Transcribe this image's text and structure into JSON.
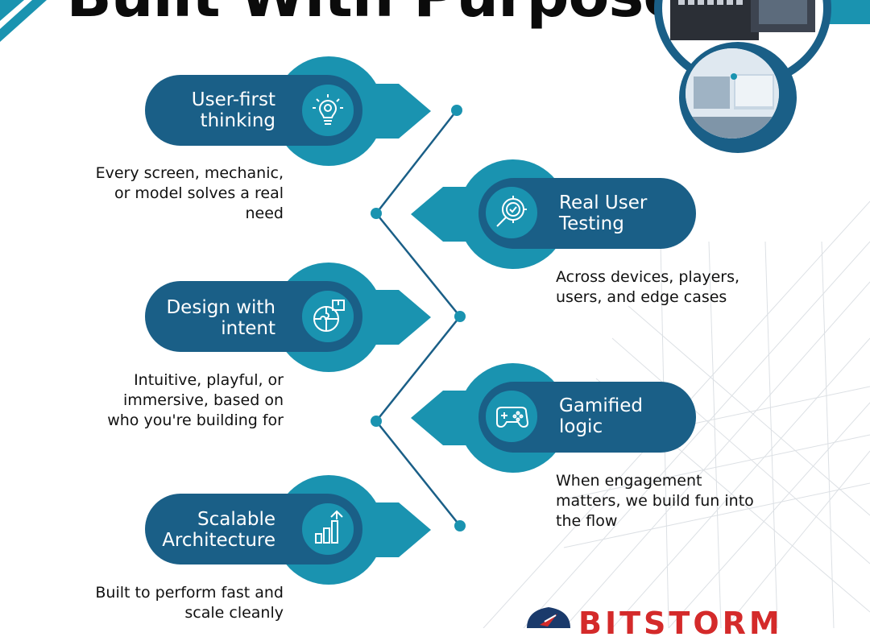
{
  "header": {
    "title": "Built With Purpose"
  },
  "items": [
    {
      "label_line1": "User-first",
      "label_line2": "thinking",
      "icon": "lightbulb-gear-icon",
      "desc_lines": [
        "Every screen, mechanic,",
        "or model solves a real",
        "need"
      ]
    },
    {
      "label_line1": "Real User",
      "label_line2": "Testing",
      "icon": "gear-check-icon",
      "desc_lines": [
        "Across devices, players,",
        "users, and edge cases"
      ]
    },
    {
      "label_line1": "Design with",
      "label_line2": "intent",
      "icon": "puzzle-globe-icon",
      "desc_lines": [
        "Intuitive, playful, or",
        "immersive, based on",
        "who you're building for"
      ]
    },
    {
      "label_line1": "Gamified",
      "label_line2": "logic",
      "icon": "gamepad-icon",
      "desc_lines": [
        "When engagement",
        "matters, we build fun into",
        "the flow"
      ]
    },
    {
      "label_line1": "Scalable",
      "label_line2": "Architecture",
      "icon": "bar-chart-growth-icon",
      "desc_lines": [
        "Built to perform fast and",
        "scale cleanly"
      ]
    }
  ],
  "brand": {
    "name": "BITSTORM",
    "logo_icon": "rocket-shield-icon"
  },
  "colors": {
    "dark_blue": "#1a5f87",
    "teal": "#1a93b0",
    "white": "#ffffff",
    "red": "#d42a2a"
  }
}
